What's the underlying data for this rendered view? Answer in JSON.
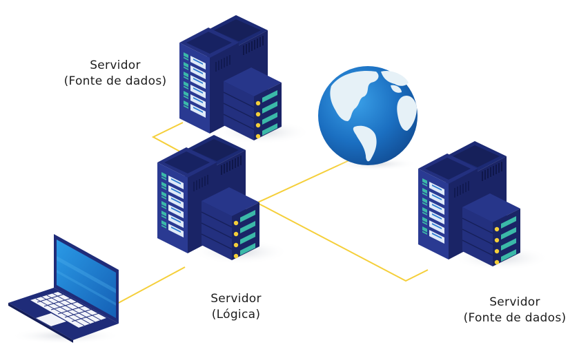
{
  "diagram": {
    "title": "",
    "colors": {
      "connection_line": "#f5cf3a",
      "server_dark": "#1a2466",
      "server_mid": "#23307f",
      "server_light": "#2c3c95",
      "server_top": "#1c2a74",
      "slot_teal": "#3bb9a8",
      "slot_panel": "#dfeaf8",
      "led_yellow": "#f4cf3a",
      "globe_ocean": "#1b6fc1",
      "globe_land": "#e6f1f7",
      "laptop_body": "#1f2c79",
      "laptop_screen": "#1e88d8",
      "laptop_keys": "#f2f4fa"
    },
    "nodes": [
      {
        "id": "server-top",
        "type": "server",
        "line1": "Servidor",
        "line2": "(Fonte de dados)"
      },
      {
        "id": "server-logic",
        "type": "server",
        "line1": "Servidor",
        "line2": "(Lógica)"
      },
      {
        "id": "server-right",
        "type": "server",
        "line1": "Servidor",
        "line2": "(Fonte de dados)"
      },
      {
        "id": "globe",
        "type": "internet",
        "line1": "",
        "line2": ""
      },
      {
        "id": "laptop",
        "type": "client",
        "line1": "",
        "line2": ""
      }
    ],
    "edges": [
      {
        "from": "laptop",
        "to": "server-logic"
      },
      {
        "from": "server-top",
        "to": "server-logic"
      },
      {
        "from": "server-logic",
        "to": "globe"
      },
      {
        "from": "server-logic",
        "to": "server-right"
      }
    ]
  }
}
